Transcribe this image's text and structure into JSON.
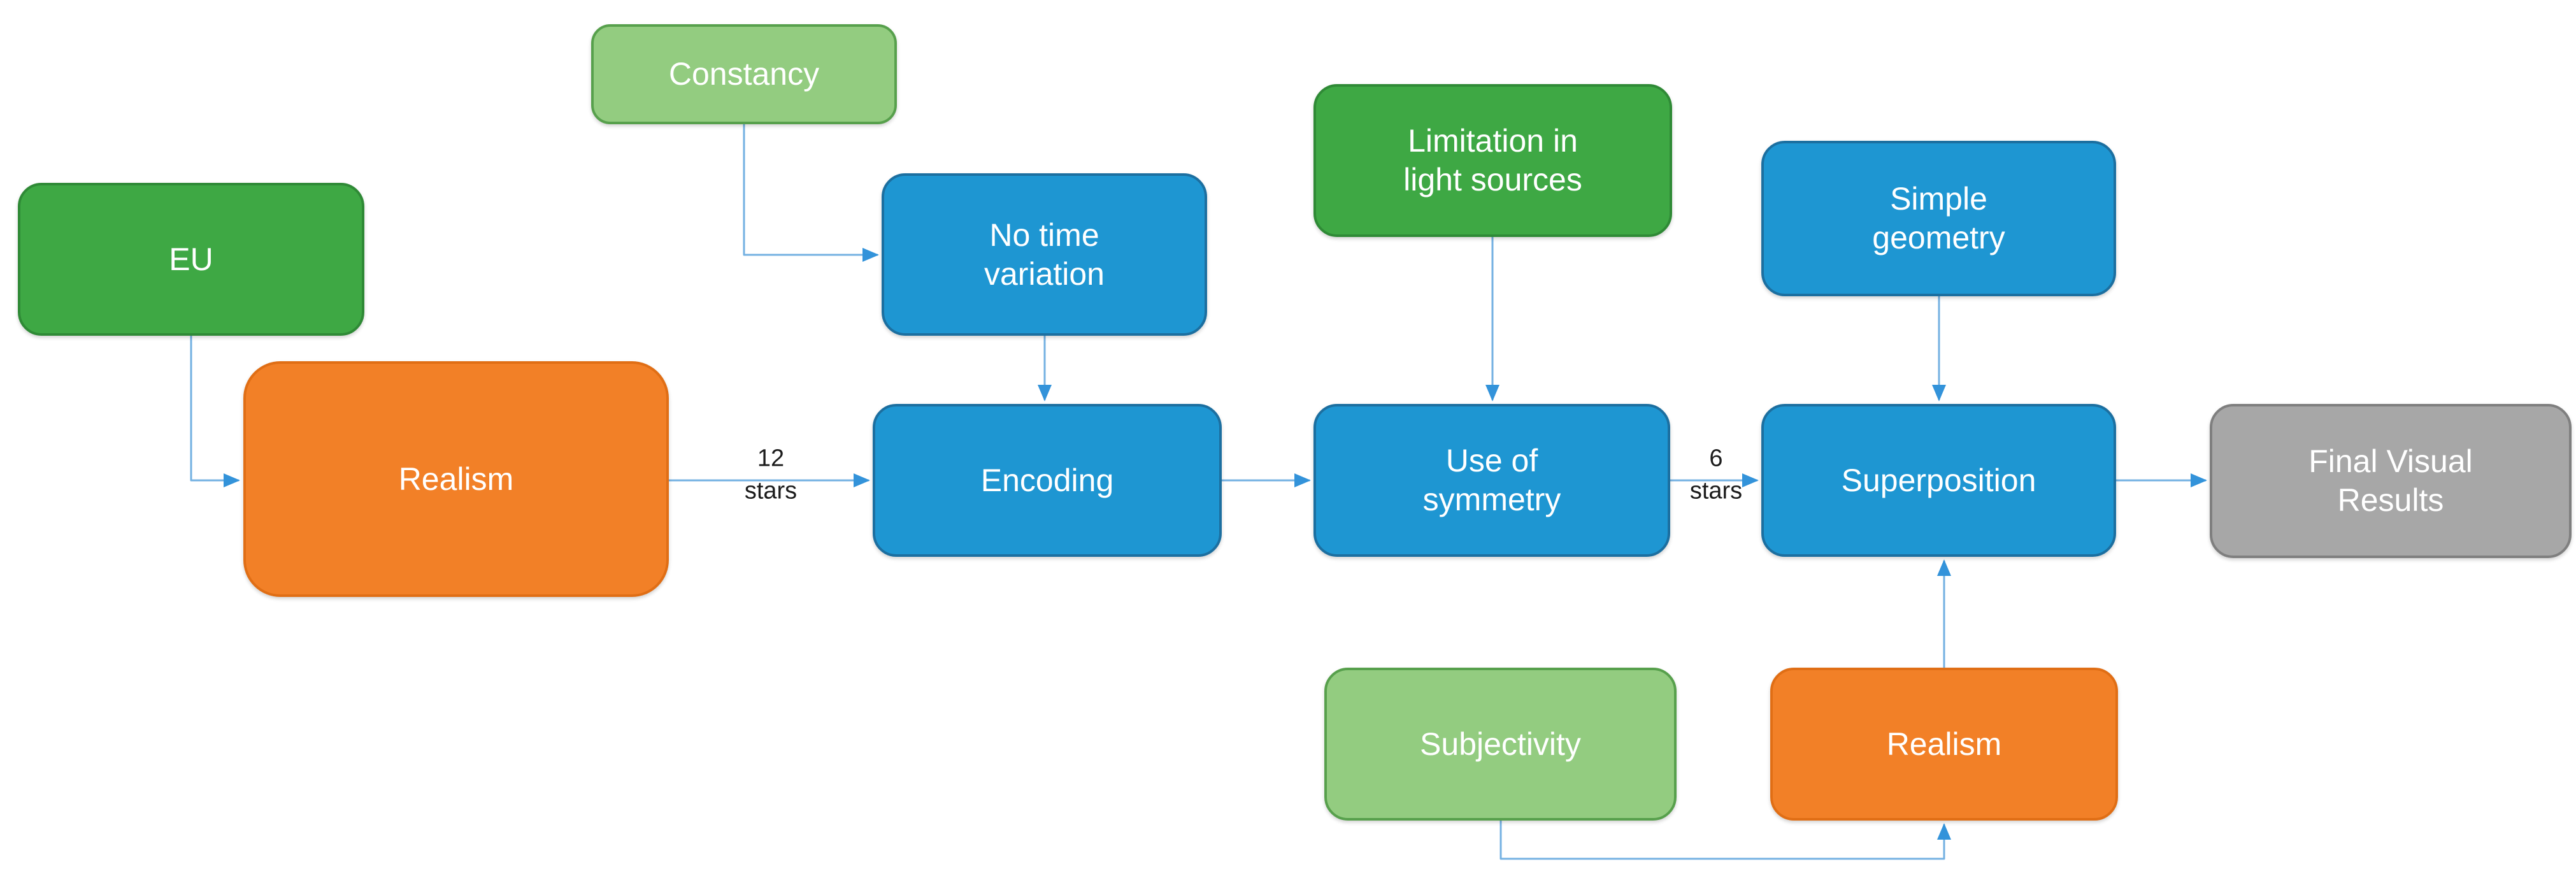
{
  "diagram": {
    "type": "flowchart",
    "background": "white"
  },
  "colors": {
    "background": "#ffffff",
    "node_text": "#ffffff",
    "label_text": "#1c1c1c",
    "green_fill": "#3ea844",
    "green_border": "#2f8a36",
    "lightgreen_fill": "#93cc80",
    "lightgreen_border": "#57a04c",
    "blue_fill": "#1e96d2",
    "blue_border": "#1c6fa0",
    "orange_fill": "#f28027",
    "orange_border": "#e06e15",
    "gray_fill": "#a7a7a7",
    "gray_border": "#7f7f7f",
    "arrow_line": "#74b1e2",
    "arrow_head": "#3393da"
  },
  "nodes": {
    "eu": {
      "label": "EU",
      "color": "green"
    },
    "constancy": {
      "label": "Constancy",
      "color": "lightgreen"
    },
    "realism_left": {
      "label": "Realism",
      "color": "orange"
    },
    "no_time_variation": {
      "label": "No time\nvariation",
      "color": "blue"
    },
    "encoding": {
      "label": "Encoding",
      "color": "blue"
    },
    "limitation_light_sources": {
      "label": "Limitation in\nlight sources",
      "color": "green"
    },
    "use_of_symmetry": {
      "label": "Use of\nsymmetry",
      "color": "blue"
    },
    "simple_geometry": {
      "label": "Simple\ngeometry",
      "color": "blue"
    },
    "superposition": {
      "label": "Superposition",
      "color": "blue"
    },
    "final_visual_results": {
      "label": "Final Visual\nResults",
      "color": "gray"
    },
    "subjectivity": {
      "label": "Subjectivity",
      "color": "lightgreen"
    },
    "realism_bottom": {
      "label": "Realism",
      "color": "orange"
    }
  },
  "edge_labels": {
    "realism_to_encoding": "12\nstars",
    "symmetry_to_superposition": "6\nstars"
  },
  "edges": [
    {
      "from": "eu",
      "to": "realism_left",
      "label": ""
    },
    {
      "from": "constancy",
      "to": "no_time_variation",
      "label": ""
    },
    {
      "from": "realism_left",
      "to": "encoding",
      "label": "12 stars"
    },
    {
      "from": "no_time_variation",
      "to": "encoding",
      "label": ""
    },
    {
      "from": "encoding",
      "to": "use_of_symmetry",
      "label": ""
    },
    {
      "from": "limitation_light_sources",
      "to": "use_of_symmetry",
      "label": ""
    },
    {
      "from": "use_of_symmetry",
      "to": "superposition",
      "label": "6 stars"
    },
    {
      "from": "simple_geometry",
      "to": "superposition",
      "label": ""
    },
    {
      "from": "superposition",
      "to": "final_visual_results",
      "label": ""
    },
    {
      "from": "realism_bottom",
      "to": "superposition",
      "label": ""
    },
    {
      "from": "subjectivity",
      "to": "realism_bottom",
      "label": ""
    }
  ]
}
